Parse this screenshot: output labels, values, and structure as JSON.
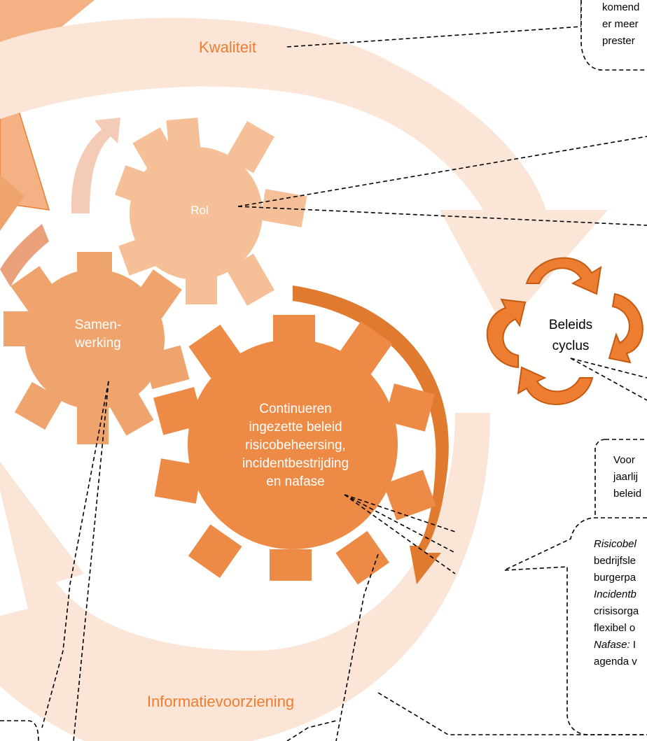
{
  "labels": {
    "kwaliteit": "Kwaliteit",
    "informatievoorziening": "Informatievoorziening",
    "rol": "Rol",
    "samenwerking_line1": "Samen-",
    "samenwerking_line2": "werking",
    "continueren_line1": "Continueren",
    "continueren_line2": "ingezette beleid",
    "continueren_line3": "risicobeheersing,",
    "continueren_line4": "incidentbestrijding",
    "continueren_line5": "en nafase",
    "beleids_line1": "Beleids",
    "beleids_line2": "cyclus"
  },
  "callouts": {
    "top_right_line1": "komend",
    "top_right_line2": "er meer",
    "top_right_line3": "prester",
    "voor_line1": "Voor",
    "voor_line2": "jaarlij",
    "voor_line3": "beleid",
    "risico_line1": "Risicobel",
    "risico_line2": "bedrijfsle",
    "risico_line3": "burgerpa",
    "risico_line4": "Incidentb",
    "risico_line5": "crisisorga",
    "risico_line6": "flexibel o",
    "risico_line7": "Nafase:",
    "risico_line7b": " I",
    "risico_line8": "agenda v"
  },
  "colors": {
    "ring": "#fbe5d6",
    "gear_light": "#f5bf98",
    "gear_mid": "#f0a46d",
    "gear_dark": "#ed8a45",
    "arrow_dark": "#e07a2f",
    "accent": "#ed7d31",
    "cycle_arrow": "#ed7d31",
    "cycle_stroke": "#c55a11"
  }
}
